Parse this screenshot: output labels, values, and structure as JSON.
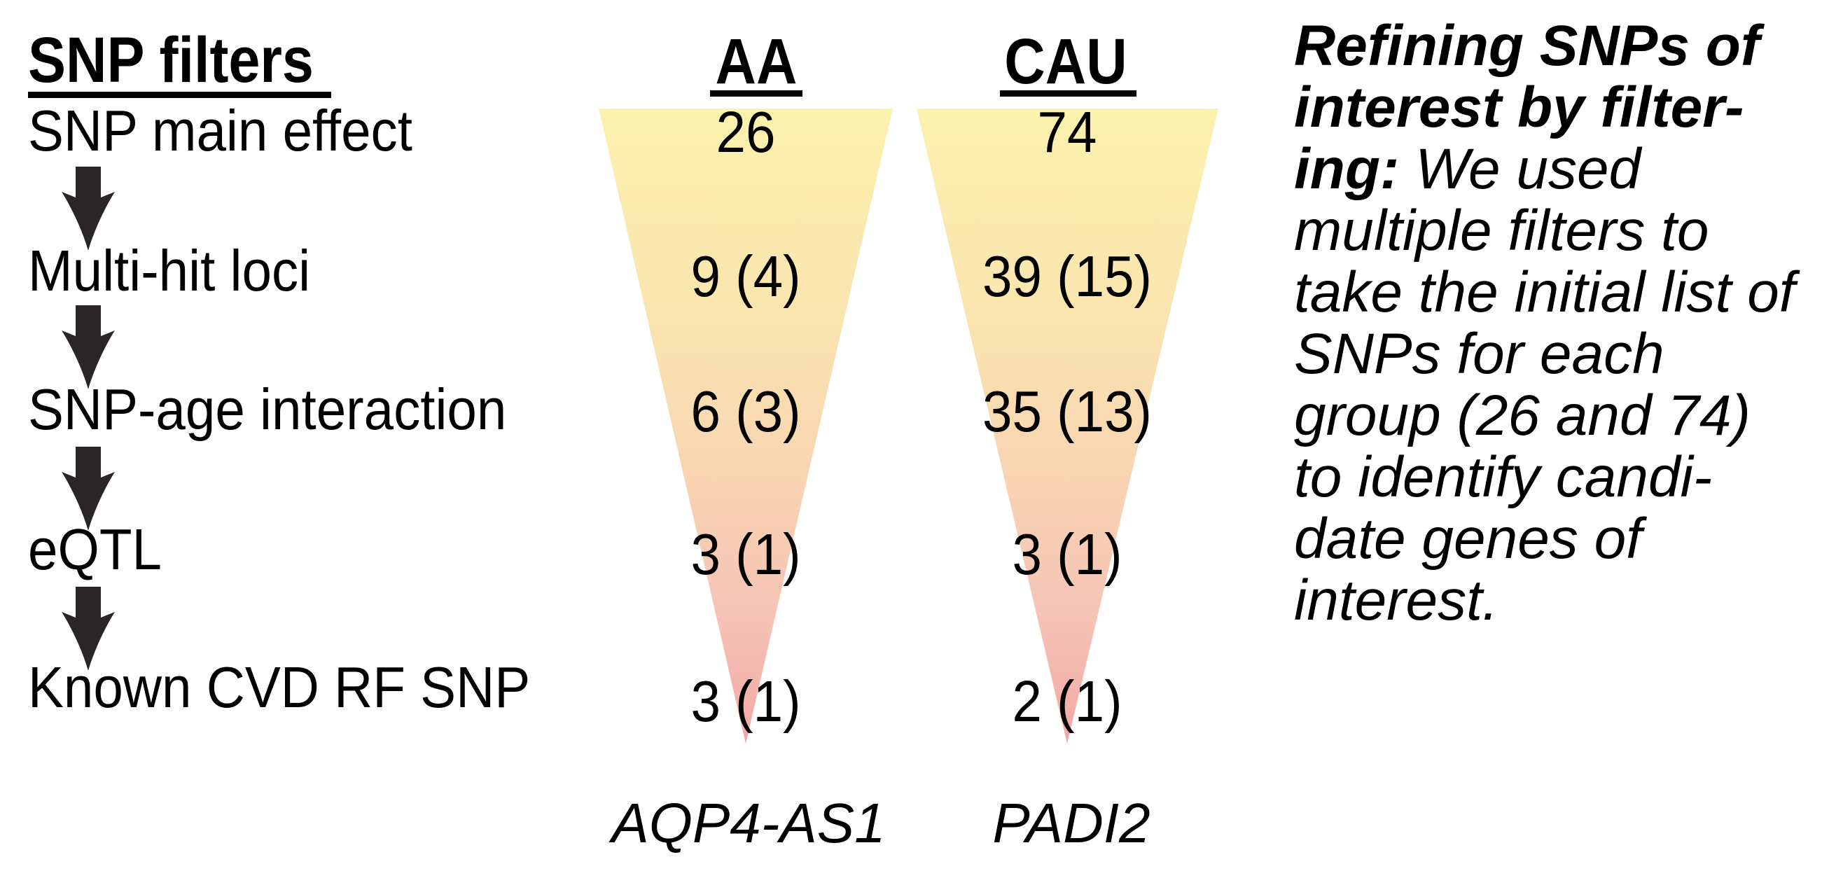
{
  "figure": {
    "heading": "SNP filters",
    "columns": {
      "aa": {
        "label": "AA",
        "gene": "AQP4-AS1"
      },
      "cau": {
        "label": "CAU",
        "gene": "PADI2"
      }
    },
    "rows": [
      {
        "label": "SNP main effect",
        "aa": "26",
        "cau": "74"
      },
      {
        "label": "Multi-hit loci",
        "aa": "9 (4)",
        "cau": "39 (15)"
      },
      {
        "label": "SNP-age interaction",
        "aa": "6 (3)",
        "cau": "35 (13)"
      },
      {
        "label": "eQTL",
        "aa": "3 (1)",
        "cau": "3 (1)"
      },
      {
        "label": "Known CVD RF SNP",
        "aa": "3 (1)",
        "cau": "2 (1)"
      }
    ],
    "annotation": {
      "lines": [
        {
          "bold": "Refining SNPs of",
          "normal": ""
        },
        {
          "bold": "interest by filter-",
          "normal": ""
        },
        {
          "bold": "ing:",
          "normal": " We used"
        },
        {
          "bold": "",
          "normal": "multiple filters to"
        },
        {
          "bold": "",
          "normal": "take the initial list of"
        },
        {
          "bold": "",
          "normal": "SNPs for each"
        },
        {
          "bold": "",
          "normal": "group (26 and 74)"
        },
        {
          "bold": "",
          "normal": "to identify candi-"
        },
        {
          "bold": "",
          "normal": "date genes of"
        },
        {
          "bold": "",
          "normal": "interest."
        }
      ]
    },
    "colors": {
      "funnel_top": "#fbf2ae",
      "funnel_upper_mid": "#fae4af",
      "funnel_mid": "#f8d4b2",
      "funnel_lower": "#f6c3b6",
      "funnel_tip": "#f1a8a2",
      "arrow": "#2a2527",
      "text": "#000000"
    }
  }
}
